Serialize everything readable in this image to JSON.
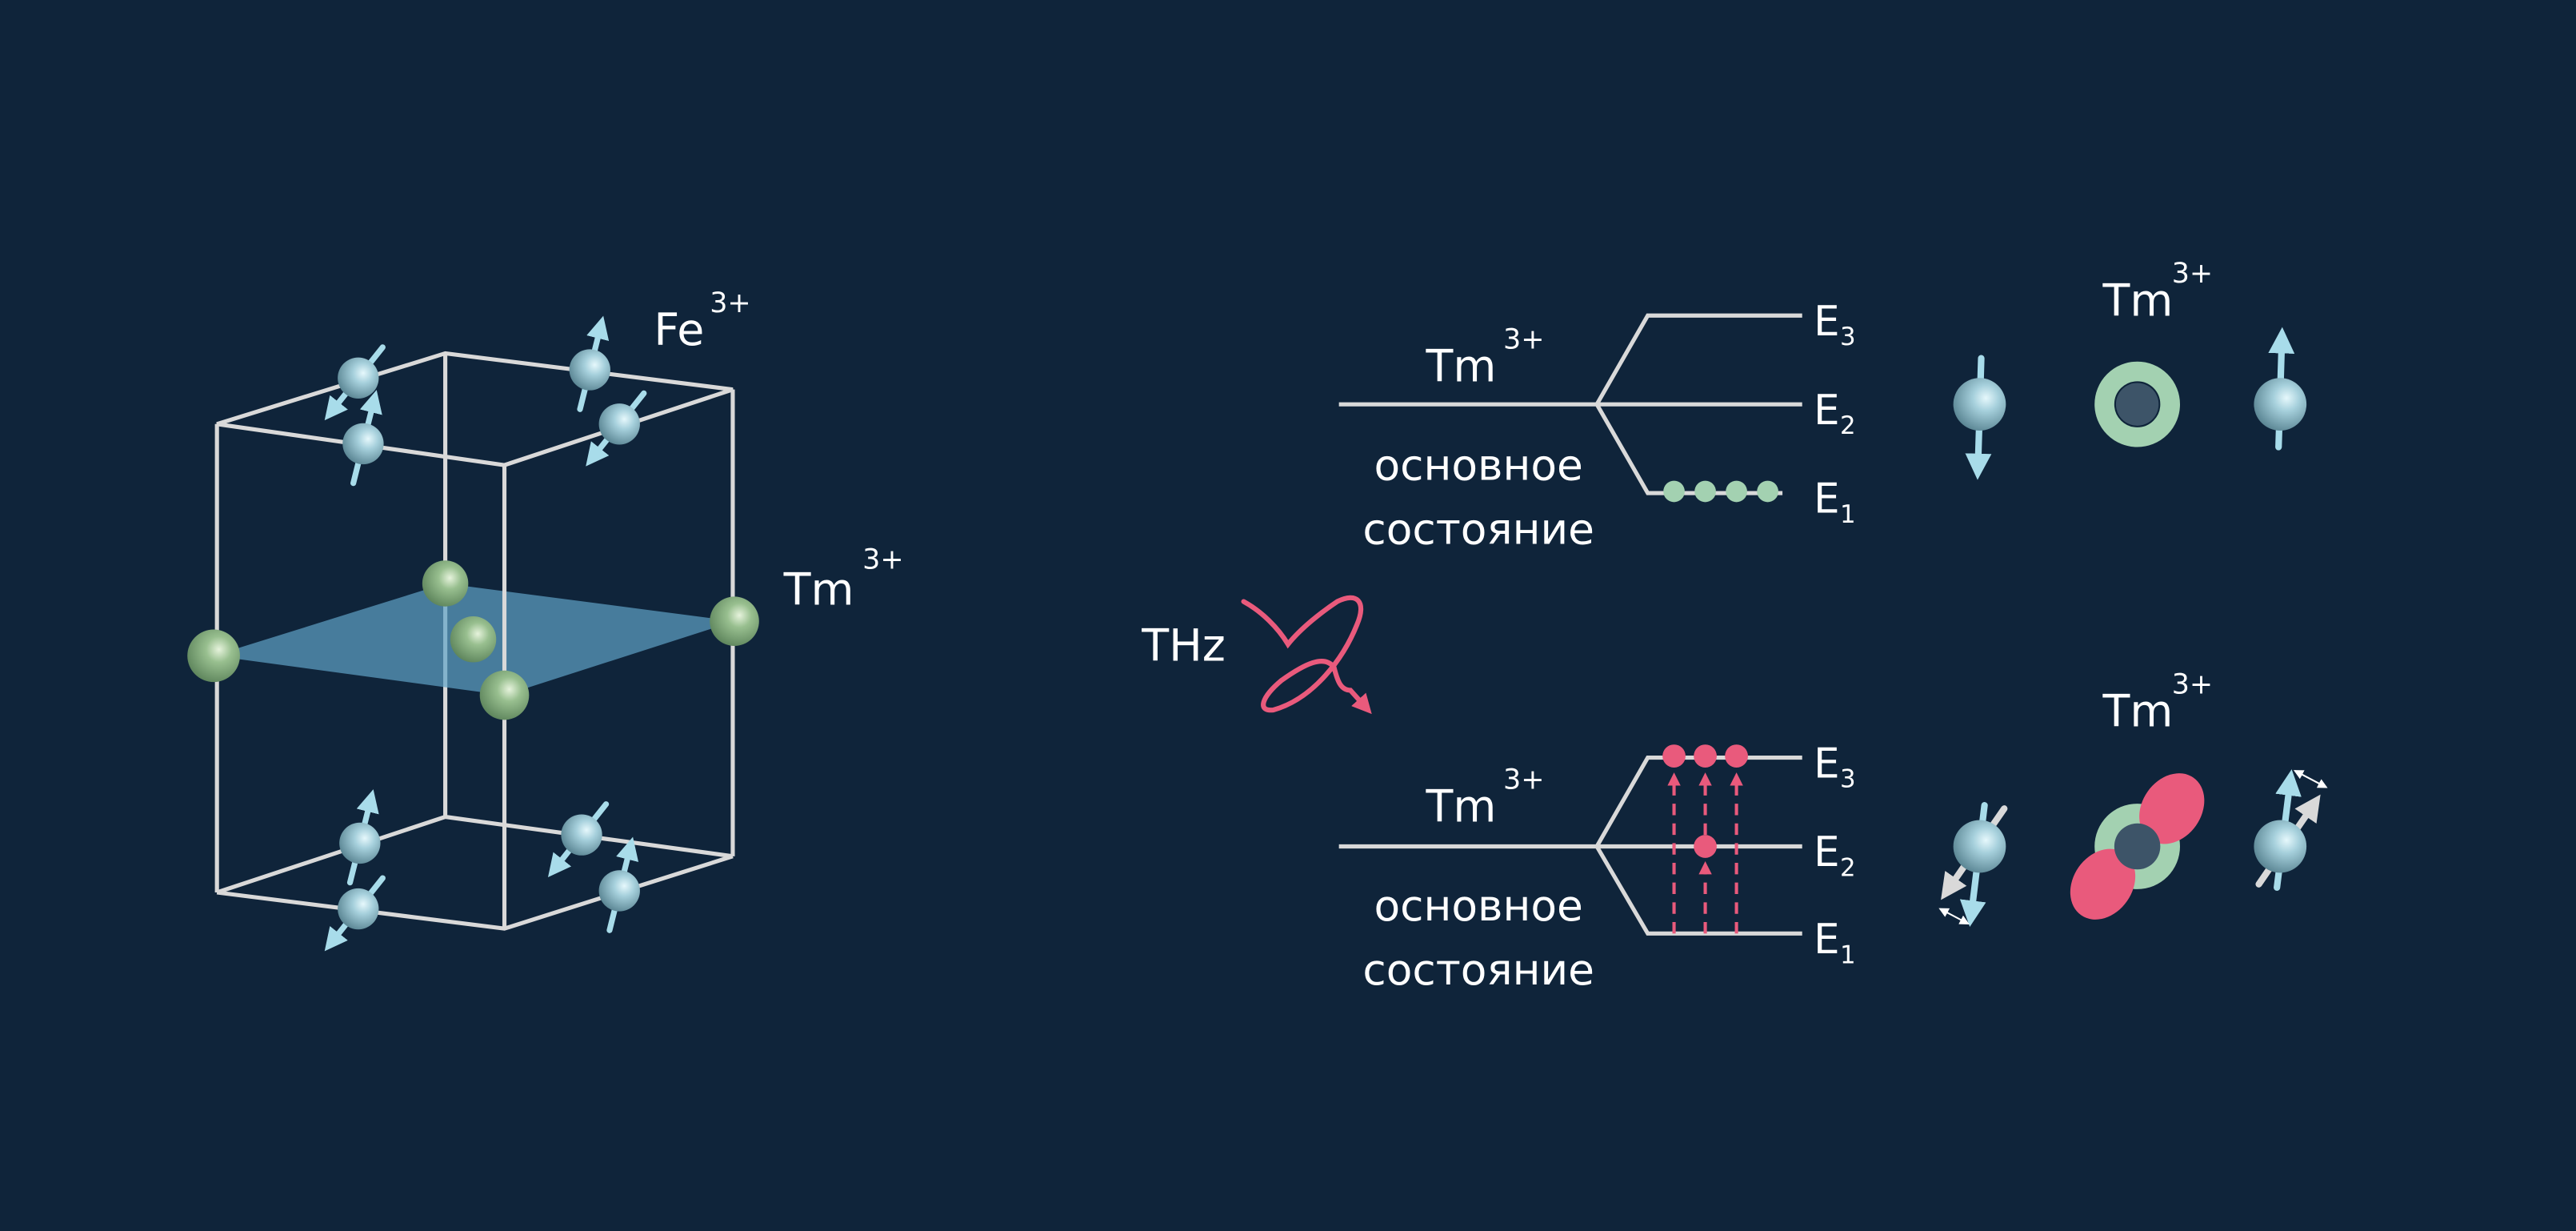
{
  "crystal": {
    "fe_label": "Fe",
    "fe_charge": "3+",
    "tm_label": "Tm",
    "tm_charge": "3+"
  },
  "ground_state": {
    "ion_label": "Tm",
    "ion_charge": "3+",
    "caption_line1": "основное",
    "caption_line2": "состояние",
    "levels": [
      {
        "E": "E",
        "n": "3"
      },
      {
        "E": "E",
        "n": "2"
      },
      {
        "E": "E",
        "n": "1"
      }
    ],
    "right_label": "Tm",
    "right_charge": "3+"
  },
  "excited_state": {
    "ion_label": "Tm",
    "ion_charge": "3+",
    "caption_line1": "основное",
    "caption_line2": "состояние",
    "levels": [
      {
        "E": "E",
        "n": "3"
      },
      {
        "E": "E",
        "n": "2"
      },
      {
        "E": "E",
        "n": "1"
      }
    ],
    "right_label": "Tm",
    "right_charge": "3+"
  },
  "pulse": {
    "label": "THz"
  },
  "colors": {
    "background": "#0f243a",
    "lines": "#d9d9d9",
    "pink": "#e95a7c",
    "green": "#a3d1b1",
    "arrow": "#a8dcea"
  }
}
